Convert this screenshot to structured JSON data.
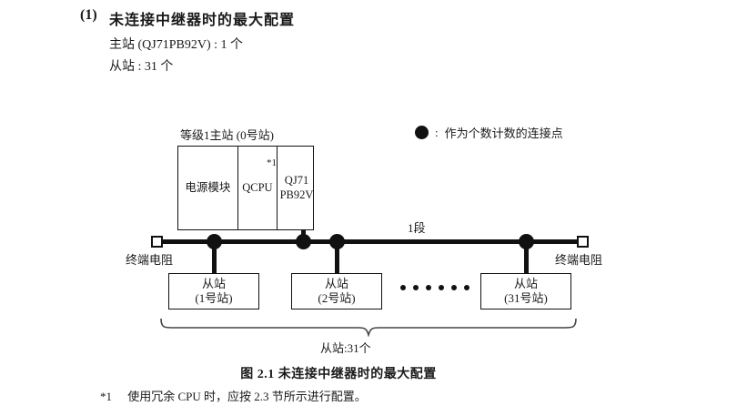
{
  "heading": {
    "number": "(1)",
    "title": "未连接中继器时的最大配置",
    "spec_master": "主站 (QJ71PB92V) : 1 个",
    "spec_slave": "从站 : 31 个"
  },
  "legend": {
    "marker_icon": "filled-circle-icon",
    "colon": ":",
    "text": "作为个数计数的连接点"
  },
  "diagram": {
    "master_label": "等级1主站 (0号站)",
    "master_modules": {
      "power": "电源模块",
      "cpu": "QCPU",
      "cpu_note": "*1",
      "network_line1": "QJ71",
      "network_line2": "PB92V"
    },
    "segment_label": "1段",
    "terminator_left": "终端电阻",
    "terminator_right": "终端电阻",
    "slaves": [
      {
        "title": "从站",
        "station": "(1号站)"
      },
      {
        "title": "从站",
        "station": "(2号站)"
      },
      {
        "title": "从站",
        "station": "(31号站)"
      }
    ],
    "ellipsis_dots": 6,
    "brace_label": "从站:31个"
  },
  "caption": "图 2.1  未连接中继器时的最大配置",
  "footnote": {
    "mark": "*1",
    "text": "使用冗余 CPU 时，应按 2.3 节所示进行配置。"
  },
  "colors": {
    "ink": "#1a1a1a",
    "line": "#111111",
    "paper": "#ffffff"
  }
}
